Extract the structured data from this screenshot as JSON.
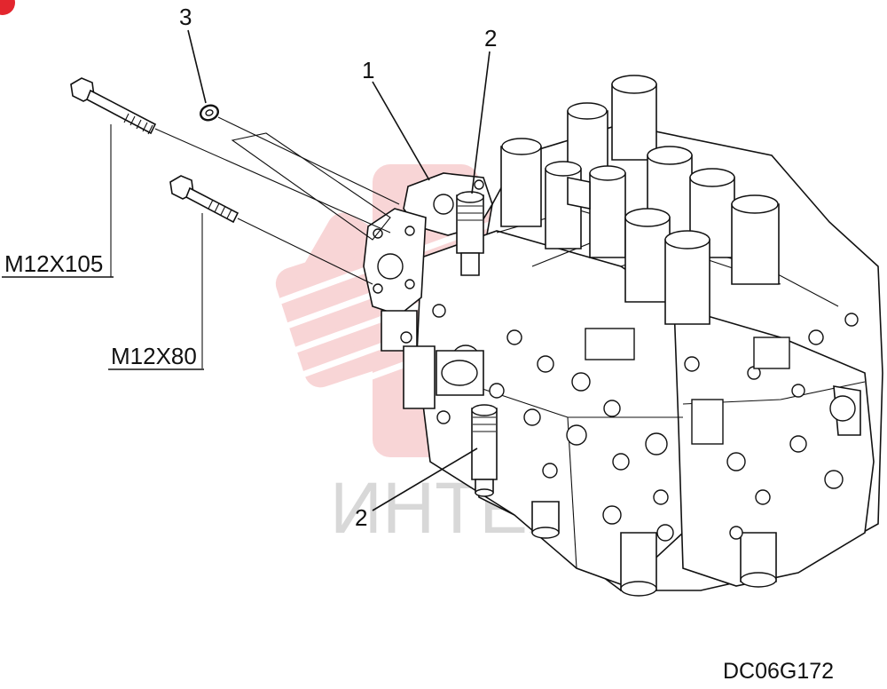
{
  "callouts": {
    "part_1": "1",
    "part_2_top": "2",
    "part_2_bottom": "2",
    "part_3": "3"
  },
  "bolts": {
    "long": "M12X105",
    "short": "M12X80"
  },
  "drawing_code": "DC06G172",
  "watermark": {
    "text": "ИНТЕХ",
    "color": "#f3b3b6"
  },
  "corner_badge_color": "#e3262e"
}
